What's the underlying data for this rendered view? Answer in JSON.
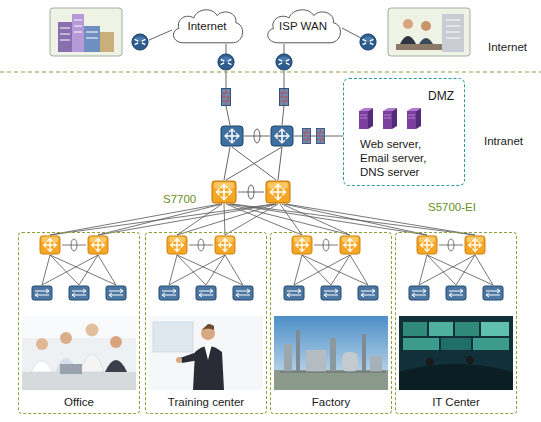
{
  "diagram": {
    "nodes": [
      {
        "text": [
          "Internet"
        ]
      },
      {
        "text": [
          "ISP WAN"
        ]
      },
      {
        "text": [
          "DMZ",
          "Web server, Email server, DNS server"
        ]
      },
      {
        "text": [
          "Office"
        ]
      },
      {
        "text": [
          "Training center"
        ]
      },
      {
        "text": [
          "Factory"
        ]
      },
      {
        "text": [
          "IT Center"
        ]
      }
    ],
    "labels": [
      "Internet",
      "Intranet",
      "S7700",
      "S5700-EI"
    ]
  }
}
